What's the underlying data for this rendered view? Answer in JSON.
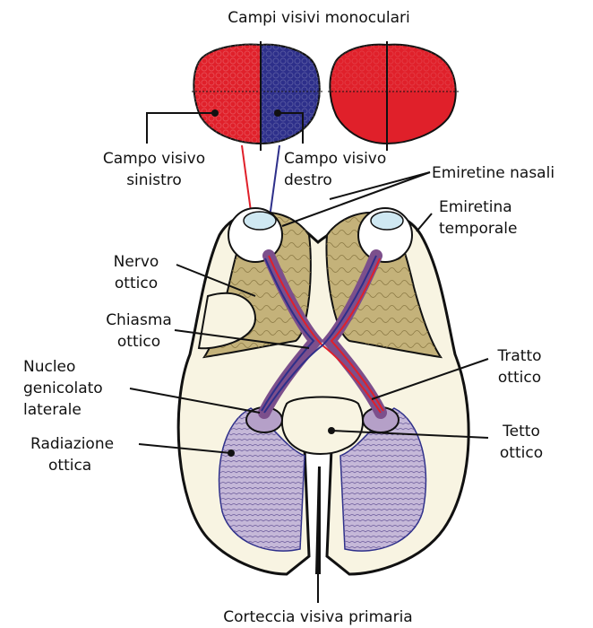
{
  "title": "Campi visivi monoculari",
  "labels": {
    "left_field": [
      "Campo visivo",
      "sinistro"
    ],
    "right_field": [
      "Campo visivo",
      "destro"
    ],
    "nasal_hemiretinas": "Emiretine nasali",
    "temporal_hemiretina": [
      "Emiretina",
      "temporale"
    ],
    "optic_nerve": [
      "Nervo",
      "ottico"
    ],
    "optic_chiasm": [
      "Chiasma",
      "ottico"
    ],
    "lateral_geniculate_nucleus": [
      "Nucleo",
      "genicolato",
      "laterale"
    ],
    "optic_radiation": [
      "Radiazione",
      "ottica"
    ],
    "optic_tract": [
      "Tratto",
      "ottico"
    ],
    "optic_tectum": [
      "Tetto",
      "ottico"
    ],
    "primary_visual_cortex": "Corteccia visiva primaria"
  },
  "colors": {
    "left_field": "#e0202a",
    "right_field": "#2d2f8a",
    "brain_outer": "#f8f4e2",
    "frontal_lobe": "#c4b27a",
    "radiation": "#c5b8d8",
    "tract": "#7c4f8c"
  }
}
